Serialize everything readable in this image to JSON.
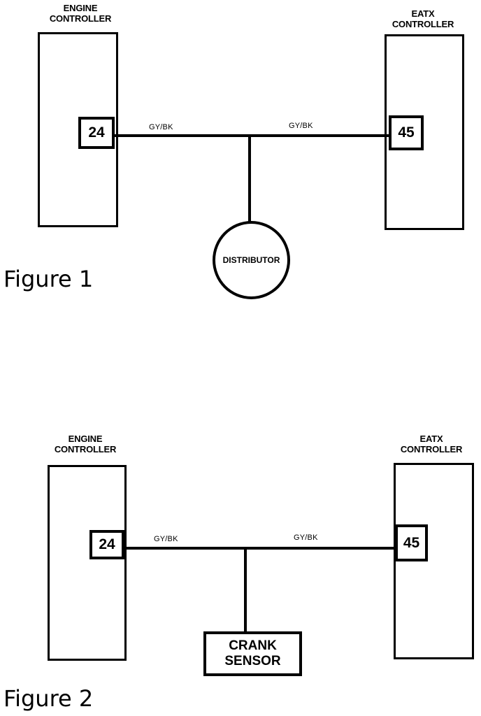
{
  "figure1": {
    "engine_label": [
      "ENGINE",
      "CONTROLLER"
    ],
    "engine_pin": "24",
    "eatx_label": [
      "EATX",
      "CONTROLLER"
    ],
    "eatx_pin": "45",
    "wire_left": "GY/BK",
    "wire_right": "GY/BK",
    "component": "DISTRIBUTOR",
    "caption": "Figure 1"
  },
  "figure2": {
    "engine_label": [
      "ENGINE",
      "CONTROLLER"
    ],
    "engine_pin": "24",
    "eatx_label": [
      "EATX",
      "CONTROLLER"
    ],
    "eatx_pin": "45",
    "wire_left": "GY/BK",
    "wire_right": "GY/BK",
    "component": [
      "CRANK",
      "SENSOR"
    ],
    "caption": "Figure 2"
  }
}
